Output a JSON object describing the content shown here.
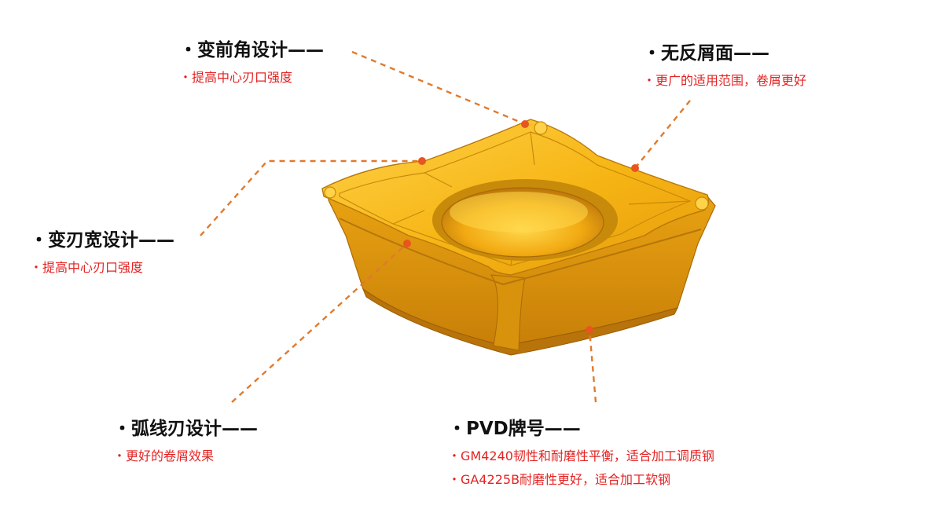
{
  "features": [
    {
      "id": "rake",
      "title": "・变前角设计——",
      "details": [
        "・提高中心刃口强度"
      ]
    },
    {
      "id": "land",
      "title": "・无反屑面——",
      "details": [
        "・更广的适用范围，卷屑更好"
      ]
    },
    {
      "id": "width",
      "title": "・变刃宽设计——",
      "details": [
        "・提高中心刃口强度"
      ]
    },
    {
      "id": "arc",
      "title": "・弧线刃设计——",
      "details": [
        "・更好的卷屑效果"
      ]
    },
    {
      "id": "pvd",
      "title": "・PVD牌号——",
      "details": [
        "・GM4240韧性和耐磨性平衡，适合加工调质钢",
        "・GA4225B耐磨性更好，适合加工软钢"
      ]
    }
  ],
  "colors": {
    "leader": "#e07a2e",
    "dot": "#e8551f",
    "title": "#111111",
    "detail": "#e52222",
    "insert_top": "#f7b812",
    "insert_side": "#d9900a",
    "insert_shadow": "#b8730a"
  }
}
